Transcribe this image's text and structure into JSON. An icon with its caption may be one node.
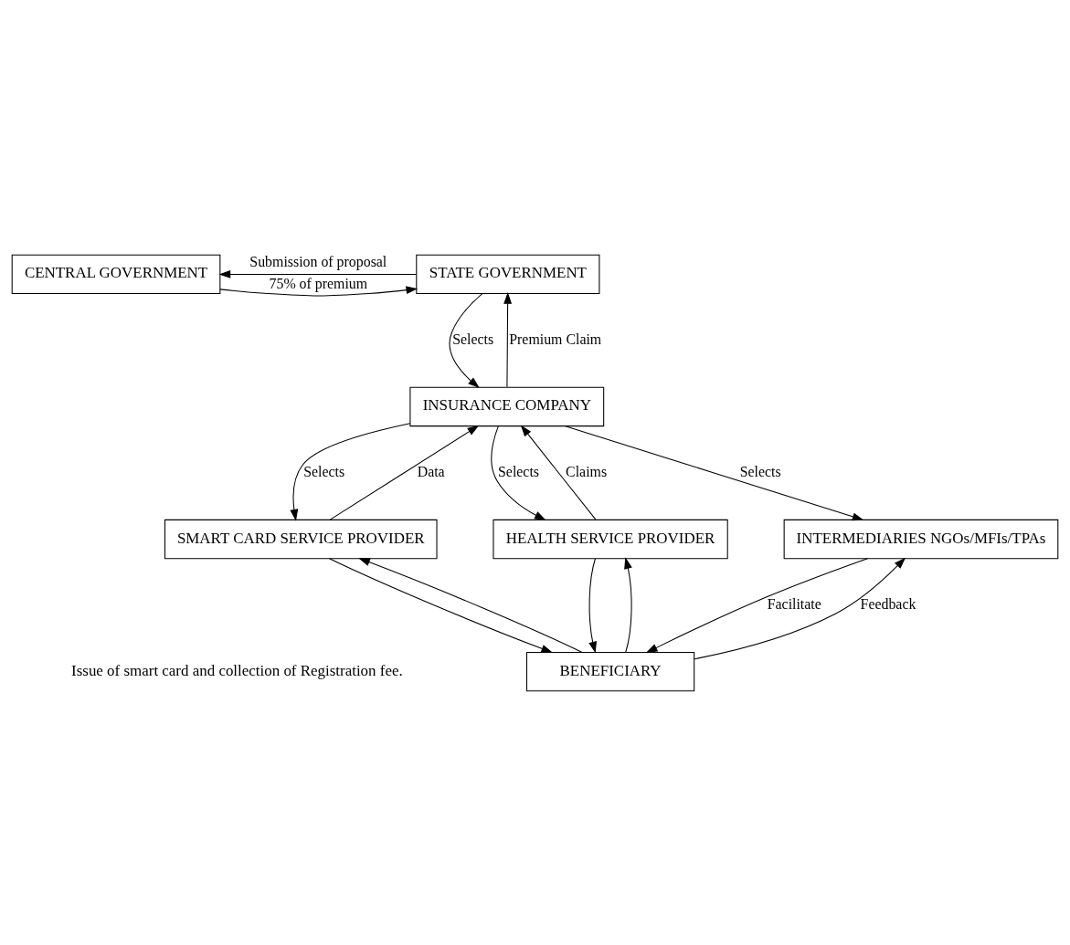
{
  "diagram": {
    "nodes": [
      {
        "text": [
          "CENTRAL GOVERNMENT"
        ]
      },
      {
        "text": [
          "STATE GOVERNMENT"
        ]
      },
      {
        "text": [
          "INSURANCE COMPANY"
        ]
      },
      {
        "text": [
          "SMART CARD SERVICE PROVIDER"
        ]
      },
      {
        "text": [
          "HEALTH SERVICE PROVIDER"
        ]
      },
      {
        "text": [
          "INTERMEDIARIES NGOs/MFIs/TPAs"
        ]
      },
      {
        "text": [
          "BENEFICIARY"
        ]
      }
    ],
    "edges": [
      {
        "from": 1,
        "to": 0,
        "arrow": "to",
        "label": "Submission of proposal"
      },
      {
        "from": 0,
        "to": 1,
        "arrow": "to",
        "label": "75% of premium"
      },
      {
        "from": 2,
        "to": 1,
        "arrow": "to",
        "label": "Premium Claim"
      },
      {
        "from": 1,
        "to": 2,
        "arrow": "to",
        "label": "Selects"
      },
      {
        "from": 2,
        "to": 3,
        "arrow": "to",
        "label": "Selects"
      },
      {
        "from": 3,
        "to": 2,
        "arrow": "to",
        "label": "Data"
      },
      {
        "from": 4,
        "to": 2,
        "arrow": "to",
        "label": "Claims"
      },
      {
        "from": 2,
        "to": 4,
        "arrow": "to",
        "label": "Selects"
      },
      {
        "from": 2,
        "to": 5,
        "arrow": "to",
        "label": "Selects"
      },
      {
        "from": 3,
        "to": 6,
        "arrow": "to"
      },
      {
        "from": 6,
        "to": 3,
        "arrow": "to"
      },
      {
        "from": 6,
        "to": 4,
        "arrow": "to"
      },
      {
        "from": 4,
        "to": 6,
        "arrow": "to"
      },
      {
        "from": 6,
        "to": 5,
        "arrow": "to",
        "label": "Feedback"
      },
      {
        "from": 5,
        "to": 6,
        "arrow": "to",
        "label": "Facilitate"
      }
    ],
    "labels": [
      "Issue of smart card and collection of Registration fee."
    ]
  }
}
